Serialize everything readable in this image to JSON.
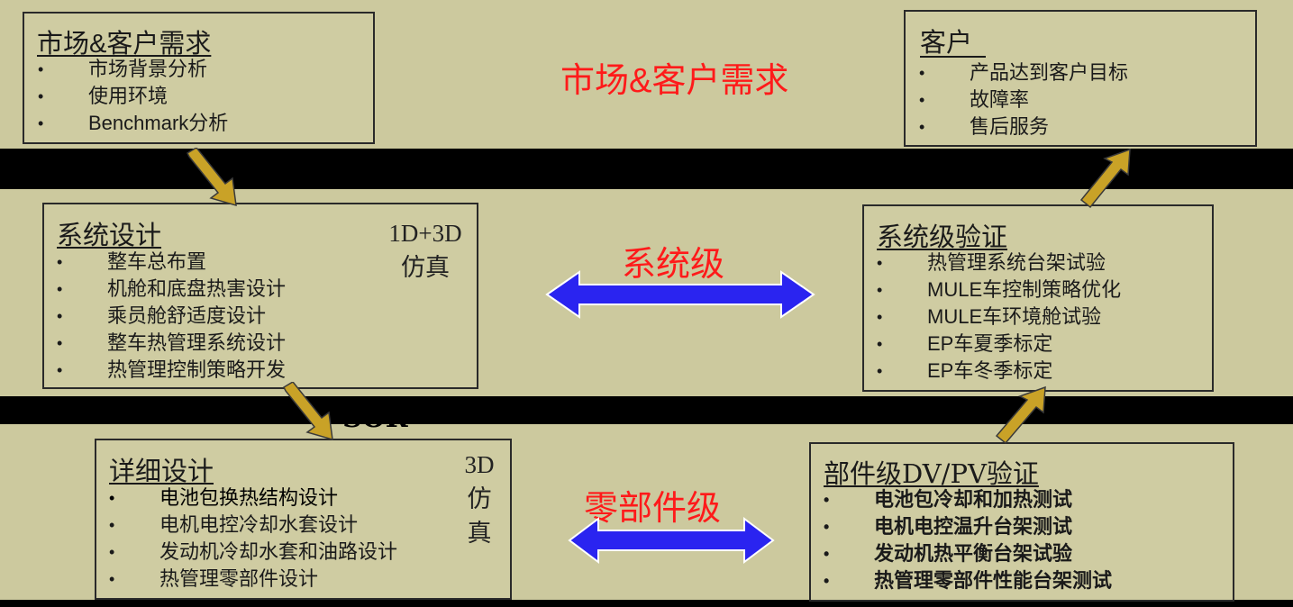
{
  "header_label": "市场&客户需求",
  "system_label": "系统级",
  "component_label": "零部件级",
  "sor_label": "SOR",
  "market_box": {
    "title": "市场&客户需求",
    "items": [
      "市场背景分析",
      "使用环境",
      "Benchmark分析"
    ]
  },
  "customer_box": {
    "title": "客户",
    "items": [
      "产品达到客户目标",
      "故障率",
      "售后服务"
    ]
  },
  "system_design_box": {
    "title": "系统设计",
    "sim_line1": "1D+3D",
    "sim_line2": "仿真",
    "items": [
      "整车总布置",
      "机舱和底盘热害设计",
      "乘员舱舒适度设计",
      "整车热管理系统设计",
      "热管理控制策略开发"
    ]
  },
  "system_validation_box": {
    "title": "系统级验证",
    "items": [
      "热管理系统台架试验",
      "MULE车控制策略优化",
      "MULE车环境舱试验",
      "EP车夏季标定",
      "EP车冬季标定"
    ]
  },
  "detail_design_box": {
    "title": "详细设计",
    "sim_line1": "3D",
    "sim_line2": "仿",
    "sim_line3": "真",
    "items": [
      "电池包换热结构设计",
      "电机电控冷却水套设计",
      "发动机冷却水套和油路设计",
      "热管理零部件设计"
    ]
  },
  "component_validation_box": {
    "title": "部件级DV/PV验证",
    "items": [
      "电池包冷却和加热测试",
      "电机电控温升台架测试",
      "发动机热平衡台架试验",
      "热管理零部件性能台架测试"
    ]
  },
  "colors": {
    "background": "#ccc99e",
    "band": "#000000",
    "red_label": "#ff1a1a",
    "blue_arrow": "#2a24f0",
    "gold_arrow": "#c9a227"
  }
}
